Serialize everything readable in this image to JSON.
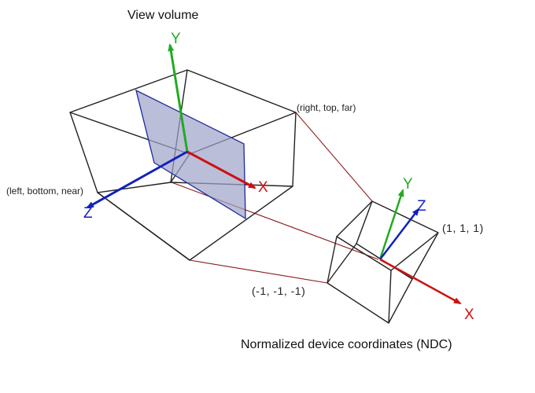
{
  "labels": {
    "view_volume_title": "View volume",
    "ndc_title": "Normalized device coordinates (NDC)",
    "right_top_far": "(right, top, far)",
    "left_bottom_near": "(left, bottom, near)",
    "ndc_max_corner": "(1, 1, 1)",
    "ndc_min_corner": "(-1, -1, -1)"
  },
  "axes": {
    "view": {
      "x": "X",
      "y": "Y",
      "z": "Z"
    },
    "ndc": {
      "x": "X",
      "y": "Y",
      "z": "Z"
    }
  },
  "colors": {
    "x_axis": "#cc1111",
    "y_axis": "#22aa22",
    "z_axis": "#1122bb",
    "wireframe": "#222222",
    "connector": "#8b1a1a",
    "plane_fill": "#9ea3c8",
    "plane_edge": "#1a2a9a"
  }
}
